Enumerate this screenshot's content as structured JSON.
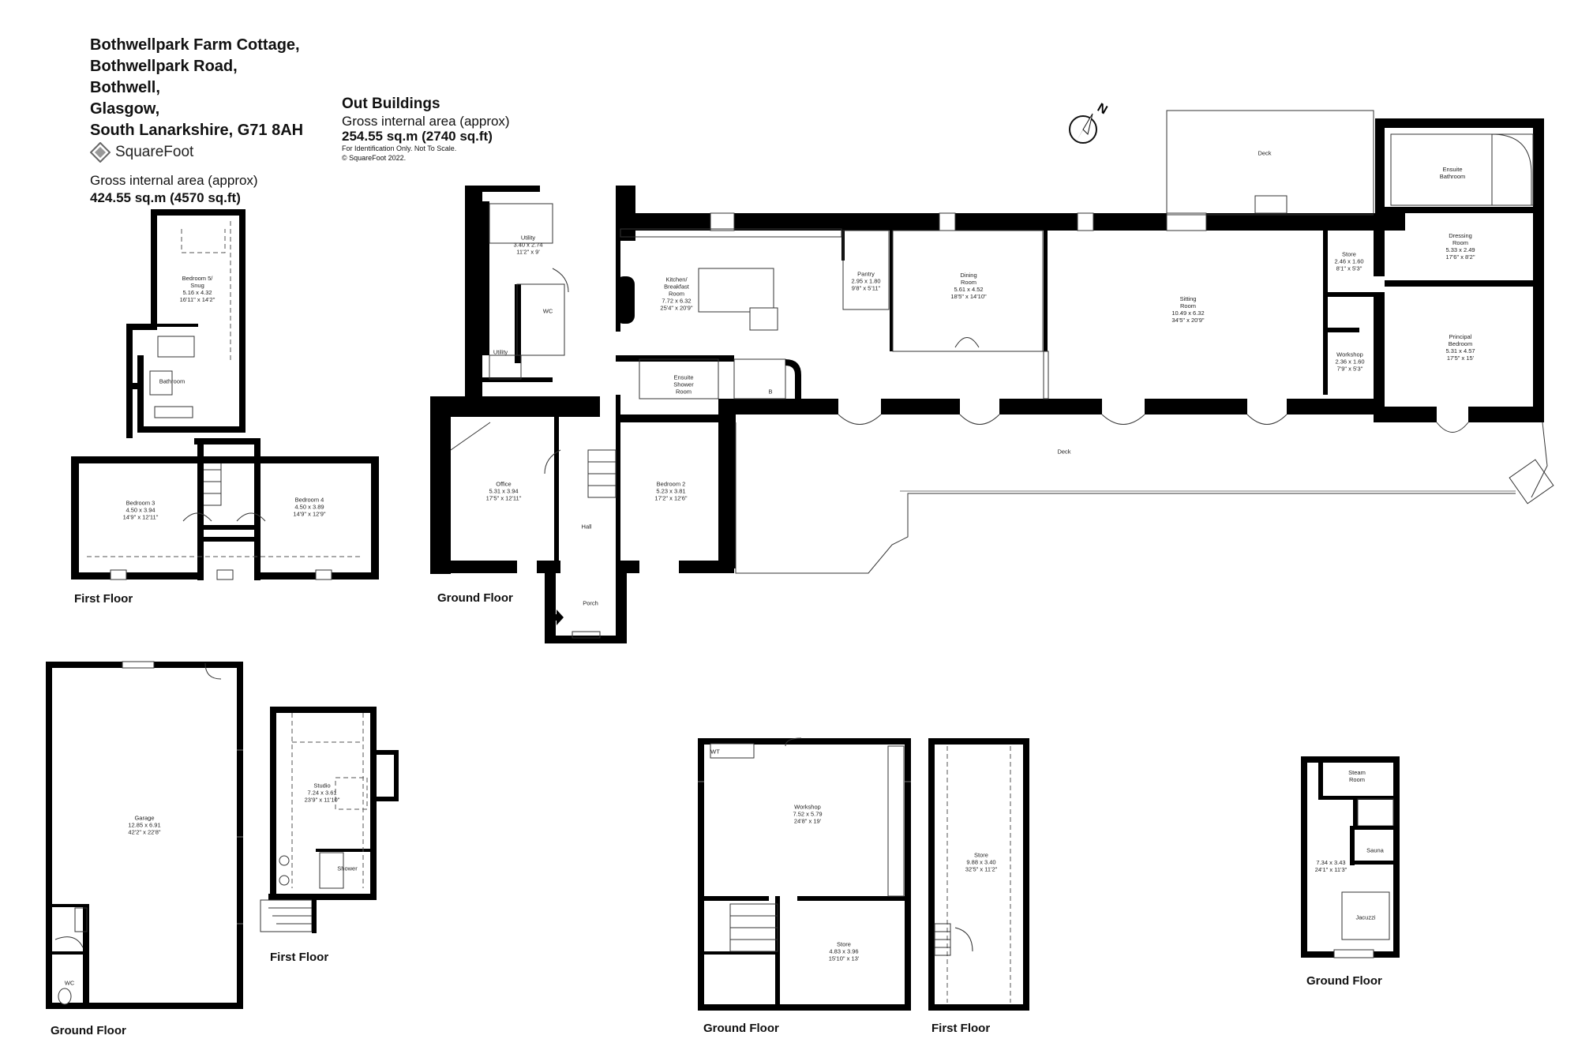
{
  "address": {
    "lines": [
      "Bothwellpark Farm Cottage,",
      "Bothwellpark Road,",
      "Bothwell,",
      "Glasgow,",
      "South Lanarkshire, G71 8AH"
    ]
  },
  "brand": {
    "name": "SquareFoot",
    "icon": "squarefoot-logo-icon"
  },
  "main_area": {
    "label": "Gross internal area (approx)",
    "value": "424.55 sq.m (4570 sq.ft)"
  },
  "out_buildings": {
    "title": "Out Buildings",
    "label": "Gross internal area (approx)",
    "value": "254.55 sq.m (2740 sq.ft)",
    "note1": "For Identification Only. Not To Scale.",
    "note2": "© SquareFoot 2022."
  },
  "compass": {
    "label": "N",
    "icon": "north-arrow-icon"
  },
  "floor_labels": {
    "first_floor": "First Floor",
    "ground_floor": "Ground Floor",
    "garage_ground": "Ground Floor",
    "studio_first": "First Floor",
    "workshop_ground": "Ground Floor",
    "store_first": "First Floor",
    "spa_ground": "Ground Floor"
  },
  "rooms": {
    "bedroom5": [
      "Bedroom 5/",
      "Snug",
      "5.16 x 4.32",
      "16'11\" x 14'2\""
    ],
    "bathroom": [
      "Bathroom"
    ],
    "bedroom3": [
      "Bedroom 3",
      "4.50 x 3.94",
      "14'9\" x 12'11\""
    ],
    "bedroom4": [
      "Bedroom 4",
      "4.50 x 3.89",
      "14'9\" x 12'9\""
    ],
    "utility1": [
      "Utility",
      "3.40 x 2.74",
      "11'2\" x 9'"
    ],
    "wc1": [
      "WC"
    ],
    "utility2": [
      "Utility"
    ],
    "kitchen": [
      "Kitchen/",
      "Breakfast",
      "Room",
      "7.72 x 6.32",
      "25'4\" x 20'9\""
    ],
    "pantry": [
      "Pantry",
      "2.95 x 1.80",
      "9'8\" x 5'11\""
    ],
    "dining": [
      "Dining",
      "Room",
      "5.61 x 4.52",
      "18'5\" x 14'10\""
    ],
    "sitting": [
      "Sitting",
      "Room",
      "10.49 x 6.32",
      "34'5\" x 20'9\""
    ],
    "store1": [
      "Store",
      "2.46 x 1.60",
      "8'1\" x 5'3\""
    ],
    "workshop1": [
      "Workshop",
      "2.36 x 1.60",
      "7'9\" x 5'3\""
    ],
    "ensuite_bath": [
      "Ensuite",
      "Bathroom"
    ],
    "dressing": [
      "Dressing",
      "Room",
      "5.33 x 2.49",
      "17'6\" x 8'2\""
    ],
    "principal": [
      "Principal",
      "Bedroom",
      "5.31 x 4.57",
      "17'5\" x 15'"
    ],
    "deck_top": [
      "Deck"
    ],
    "deck_bottom": [
      "Deck"
    ],
    "ensuite_shower": [
      "Ensuite",
      "Shower",
      "Room"
    ],
    "b": [
      "B"
    ],
    "office": [
      "Office",
      "5.31 x 3.94",
      "17'5\" x 12'11\""
    ],
    "hall": [
      "Hall"
    ],
    "bedroom2": [
      "Bedroom 2",
      "5.23 x 3.81",
      "17'2\" x 12'6\""
    ],
    "porch": [
      "Porch"
    ],
    "garage": [
      "Garage",
      "12.85 x 6.91",
      "42'2\" x 22'8\""
    ],
    "wc2": [
      "WC"
    ],
    "studio": [
      "Studio",
      "7.24 x 3.61",
      "23'9\" x 11'10\""
    ],
    "shower": [
      "Shower"
    ],
    "workshop2": [
      "Workshop",
      "7.52 x 5.79",
      "24'8\" x 19'"
    ],
    "store2": [
      "Store",
      "4.83 x 3.96",
      "15'10\" x 13'"
    ],
    "wt": [
      "WT"
    ],
    "store3": [
      "Store",
      "9.88 x 3.40",
      "32'5\" x 11'2\""
    ],
    "steam": [
      "Steam",
      "Room"
    ],
    "sauna": [
      "Sauna"
    ],
    "spa_room": [
      "7.34 x 3.43",
      "24'1\" x 11'3\""
    ],
    "jacuzzi": [
      "Jacuzzi"
    ]
  }
}
